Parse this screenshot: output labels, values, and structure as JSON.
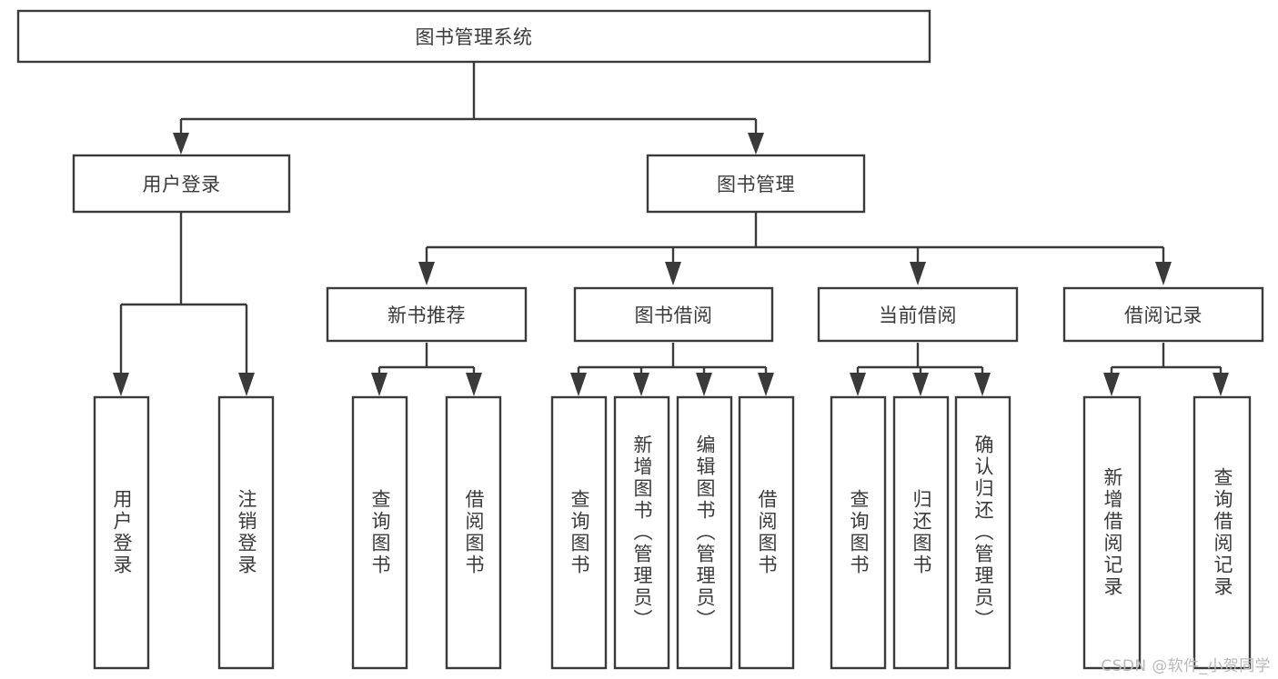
{
  "diagram": {
    "type": "tree-hierarchy",
    "title": "图书管理系统",
    "colors": {
      "background": "#ffffff",
      "box_fill": "#ffffff",
      "box_stroke": "#3a3a3a",
      "text": "#3a3a3a",
      "watermark": "#b9b9b9"
    },
    "root": {
      "label": "图书管理系统"
    },
    "level2": [
      {
        "label": "用户登录"
      },
      {
        "label": "图书管理"
      }
    ],
    "level3": [
      {
        "label": "新书推荐"
      },
      {
        "label": "图书借阅"
      },
      {
        "label": "当前借阅"
      },
      {
        "label": "借阅记录"
      }
    ],
    "leaves": {
      "user_login": [
        {
          "label": "用户登录"
        },
        {
          "label": "注销登录"
        }
      ],
      "new_book_recommend": [
        {
          "label": "查询图书"
        },
        {
          "label": "借阅图书"
        }
      ],
      "book_borrow": [
        {
          "label": "查询图书"
        },
        {
          "label": "新增图书（管理员）"
        },
        {
          "label": "编辑图书（管理员）"
        },
        {
          "label": "借阅图书"
        }
      ],
      "current_borrow": [
        {
          "label": "查询图书"
        },
        {
          "label": "归还图书"
        },
        {
          "label": "确认归还（管理员）"
        }
      ],
      "borrow_record": [
        {
          "label": "新增借阅记录"
        },
        {
          "label": "查询借阅记录"
        }
      ]
    },
    "watermark": "CSDN @软件_小贺同学"
  }
}
